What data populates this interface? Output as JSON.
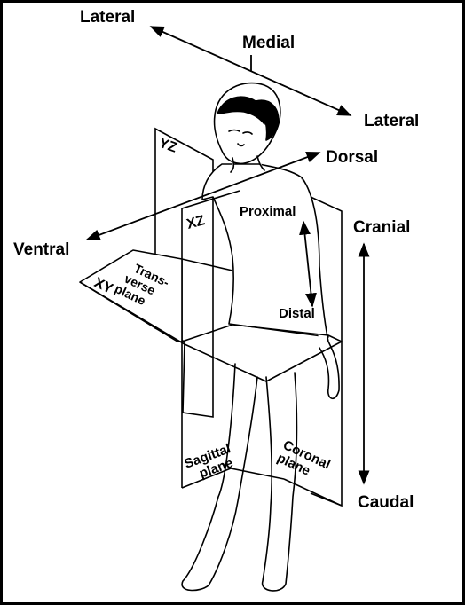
{
  "labels": {
    "lateral_left": "Lateral",
    "medial": "Medial",
    "lateral_right": "Lateral",
    "dorsal": "Dorsal",
    "ventral": "Ventral",
    "cranial": "Cranial",
    "caudal": "Caudal",
    "proximal": "Proximal",
    "distal": "Distal",
    "yz": "YZ",
    "xz": "XZ",
    "xy": "XY",
    "transverse_1": "Trans-",
    "transverse_2": "verse",
    "transverse_3": "plane",
    "sagittal_1": "Sagittal",
    "sagittal_2": "plane",
    "coronal_1": "Coronal",
    "coronal_2": "plane"
  },
  "colors": {
    "ink": "#000000",
    "paper": "#ffffff"
  }
}
